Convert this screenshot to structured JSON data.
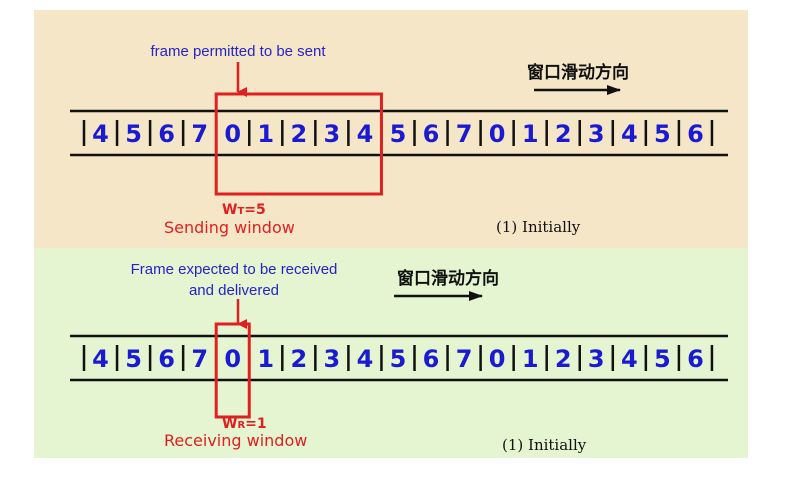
{
  "sending": {
    "annotation": "frame permitted to be sent",
    "direction_label": "窗口滑动方向",
    "sequence": [
      "4",
      "5",
      "6",
      "7",
      "0",
      "1",
      "2",
      "3",
      "4",
      "5",
      "6",
      "7",
      "0",
      "1",
      "2",
      "3",
      "4",
      "5",
      "6"
    ],
    "window_start": 4,
    "window_size": 5,
    "window_label_w": "W",
    "window_label_sub": "T",
    "window_label_value": "=5",
    "window_name": "Sending window",
    "caption": "(1) Initially"
  },
  "receiving": {
    "annotation_line1": "Frame expected to be received",
    "annotation_line2": "and delivered",
    "direction_label": "窗口滑动方向",
    "sequence": [
      "4",
      "5",
      "6",
      "7",
      "0",
      "1",
      "2",
      "3",
      "4",
      "5",
      "6",
      "7",
      "0",
      "1",
      "2",
      "3",
      "4",
      "5",
      "6"
    ],
    "window_start": 4,
    "window_size": 1,
    "window_label_w": "W",
    "window_label_sub": "R",
    "window_label_value": "=1",
    "window_name": "Receiving window",
    "caption": "(1) Initially"
  },
  "colors": {
    "top_panel_bg": "#f5e6c8",
    "bottom_panel_bg": "#e5f5d2",
    "digit": "#1a1ad0",
    "annotation_blue": "#2424c8",
    "window_red": "#e02020",
    "line": "#111111"
  }
}
